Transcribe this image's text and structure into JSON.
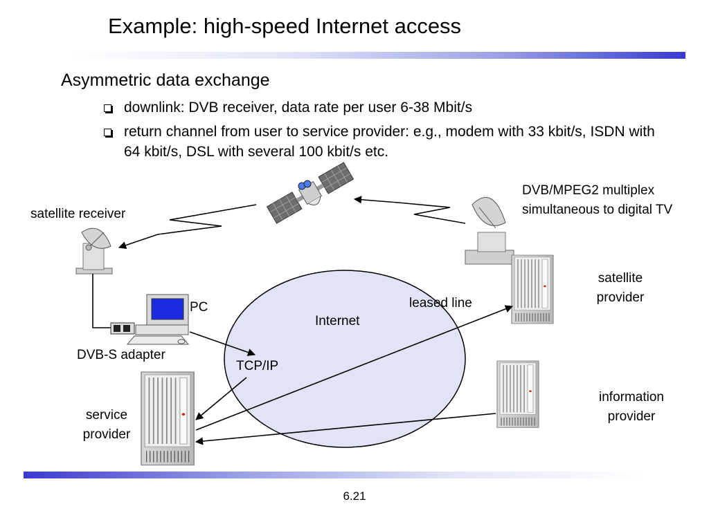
{
  "slide": {
    "title": "Example: high-speed Internet access",
    "subhead": "Asymmetric data exchange",
    "bullets": [
      "downlink: DVB receiver, data rate per user 6-38 Mbit/s",
      "return channel from user to service provider: e.g., modem with 33 kbit/s, ISDN with 64 kbit/s, DSL with several 100 kbit/s etc."
    ],
    "page_number": "6.21"
  },
  "diagram": {
    "labels": {
      "satellite_receiver": "satellite receiver",
      "dvb_mpeg2_line1": "DVB/MPEG2 multiplex",
      "dvb_mpeg2_line2": "simultaneous to digital TV",
      "satellite_provider_line1": "satellite",
      "satellite_provider_line2": "provider",
      "leased_line": "leased line",
      "pc": "PC",
      "internet": "Internet",
      "dvb_s_adapter": "DVB-S adapter",
      "tcp_ip": "TCP/IP",
      "information_provider_line1": "information",
      "information_provider_line2": "provider",
      "service_provider_line1": "service",
      "service_provider_line2": "provider"
    }
  },
  "colors": {
    "internet_fill": "#e2e3f6",
    "rule_accent": "#3a3ad0",
    "monitor_screen": "#1a2be0"
  }
}
